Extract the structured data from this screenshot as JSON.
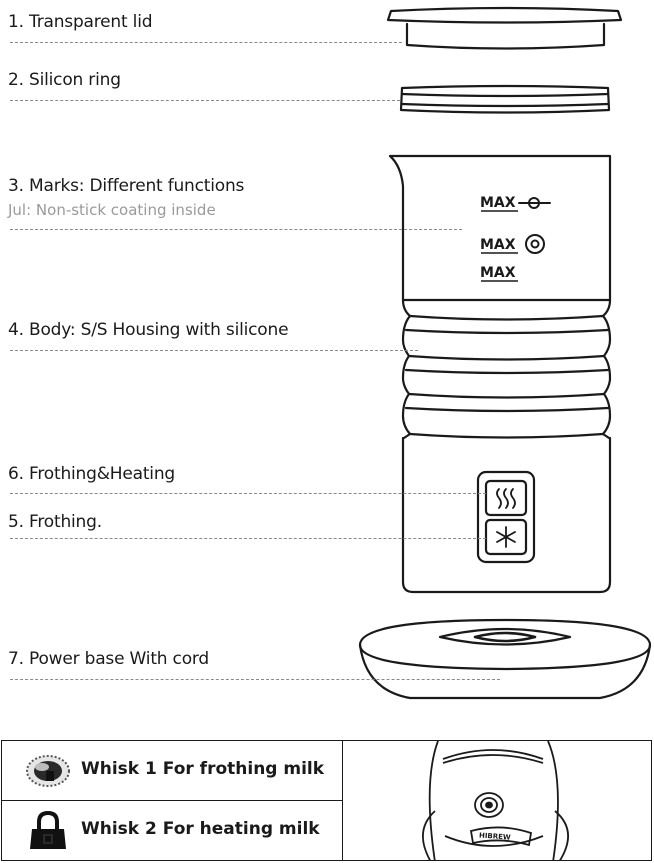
{
  "parts": [
    {
      "id": "lid",
      "label": "1. Transparent lid"
    },
    {
      "id": "ring",
      "label": "2. Silicon ring"
    },
    {
      "id": "marks",
      "label": "3. Marks: Different functions",
      "sublabel": "Jul: Non-stick coating inside"
    },
    {
      "id": "body",
      "label": "4. Body: S/S Housing with silicone"
    },
    {
      "id": "frothheat",
      "label": "6. Frothing&Heating"
    },
    {
      "id": "froth",
      "label": "5. Frothing."
    },
    {
      "id": "base",
      "label": "7. Power base With cord"
    }
  ],
  "max_marks": [
    "MAX",
    "MAX",
    "MAX"
  ],
  "accessories": [
    {
      "label": "Whisk 1 For frothing milk",
      "icon": "frothing-whisk-icon"
    },
    {
      "label": "Whisk 2 For heating milk",
      "icon": "heating-whisk-icon"
    }
  ],
  "brand": "HIBREW",
  "colors": {
    "line": "#1a1a1a",
    "leader": "#8a8a8a",
    "sublabel": "#9a9a9a"
  }
}
